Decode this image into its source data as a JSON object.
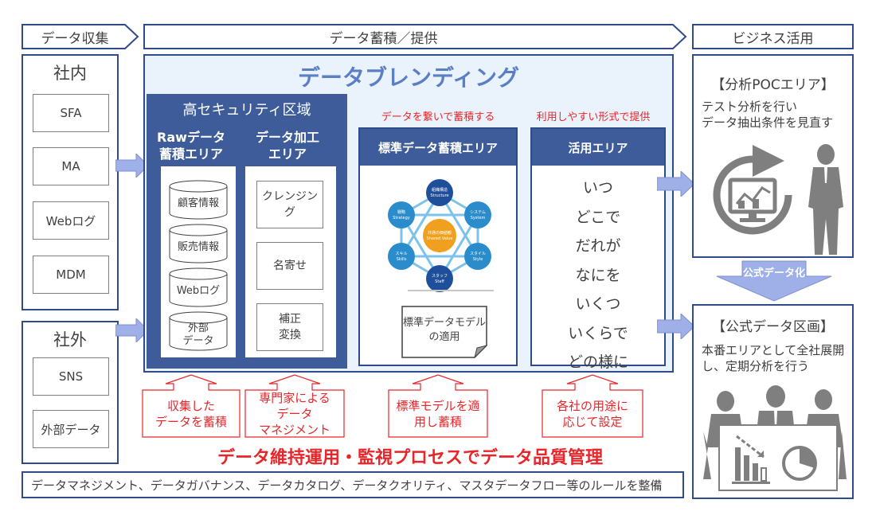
{
  "header": {
    "collect": "データ収集",
    "store_provide": "データ蓄積／提供",
    "business": "ビジネス活用"
  },
  "internal": {
    "title": "社内",
    "sources": [
      "SFA",
      "MA",
      "Webログ",
      "MDM"
    ]
  },
  "external": {
    "title": "社外",
    "sources": [
      "SNS",
      "外部データ"
    ]
  },
  "blending": {
    "title": "データブレンディング",
    "secure_zone": {
      "title": "高セキュリティ区域",
      "raw": {
        "title_line1": "Rawデータ",
        "title_line2": "蓄積エリア",
        "items": [
          "顧客情報",
          "販売情報",
          "Webログ",
          "外部",
          "データ"
        ]
      },
      "processing": {
        "title_line1": "データ加工",
        "title_line2": "エリア",
        "items": [
          "クレンジング",
          "名寄せ",
          "補正",
          "変換"
        ]
      }
    },
    "standard": {
      "caption": "データを繋いで蓄積する",
      "title": "標準データ蓄積エリア",
      "model_note_line1": "標準データモデル",
      "model_note_line2": "の適用",
      "framework": {
        "center": {
          "ja": "共通の価値観",
          "en": "Shared Value"
        },
        "nodes": [
          {
            "ja": "組織構造",
            "en": "Structure"
          },
          {
            "ja": "システム",
            "en": "System"
          },
          {
            "ja": "スタイル",
            "en": "Style"
          },
          {
            "ja": "スタッフ",
            "en": "Staff"
          },
          {
            "ja": "スキル",
            "en": "Skills"
          },
          {
            "ja": "戦略",
            "en": "Strategy"
          }
        ]
      }
    },
    "usage": {
      "caption": "利用しやすい形式で提供",
      "title": "活用エリア",
      "items": [
        "いつ",
        "どこで",
        "だれが",
        "なにを",
        "いくつ",
        "いくらで",
        "どの様に"
      ]
    }
  },
  "callouts": [
    {
      "line1": "収集した",
      "line2": "データを蓄積",
      "line3": ""
    },
    {
      "line1": "専門家による",
      "line2": "データ",
      "line3": "マネジメント"
    },
    {
      "line1": "標準モデルを適",
      "line2": "用し蓄積",
      "line3": ""
    },
    {
      "line1": "各社の用途に",
      "line2": "応じて設定",
      "line3": ""
    }
  ],
  "poc": {
    "title": "【分析POCエリア】",
    "desc_line1": "テスト分析を行い",
    "desc_line2": "データ抽出条件を見直す"
  },
  "officialize_label": "公式データ化",
  "official": {
    "title": "【公式データ区画】",
    "desc_line1": "本番エリアとして全社展開",
    "desc_line2": "し、定期分析を行う"
  },
  "quality_banner": "データ維持運用・監視プロセスでデータ品質管理",
  "rules_bar": "データマネジメント、データガバナンス、データカタログ、データクオリティ、マスタデータフロー等のルールを整備",
  "colors": {
    "navy": "#2F4B8C",
    "section_blue": "#3E5C99",
    "title_blue": "#5B7FC4",
    "light_bg": "#EAF2FB",
    "arrow_fill": "#9FB0E8",
    "red": "#E8262A",
    "gray_icon": "#7F7F7F"
  }
}
